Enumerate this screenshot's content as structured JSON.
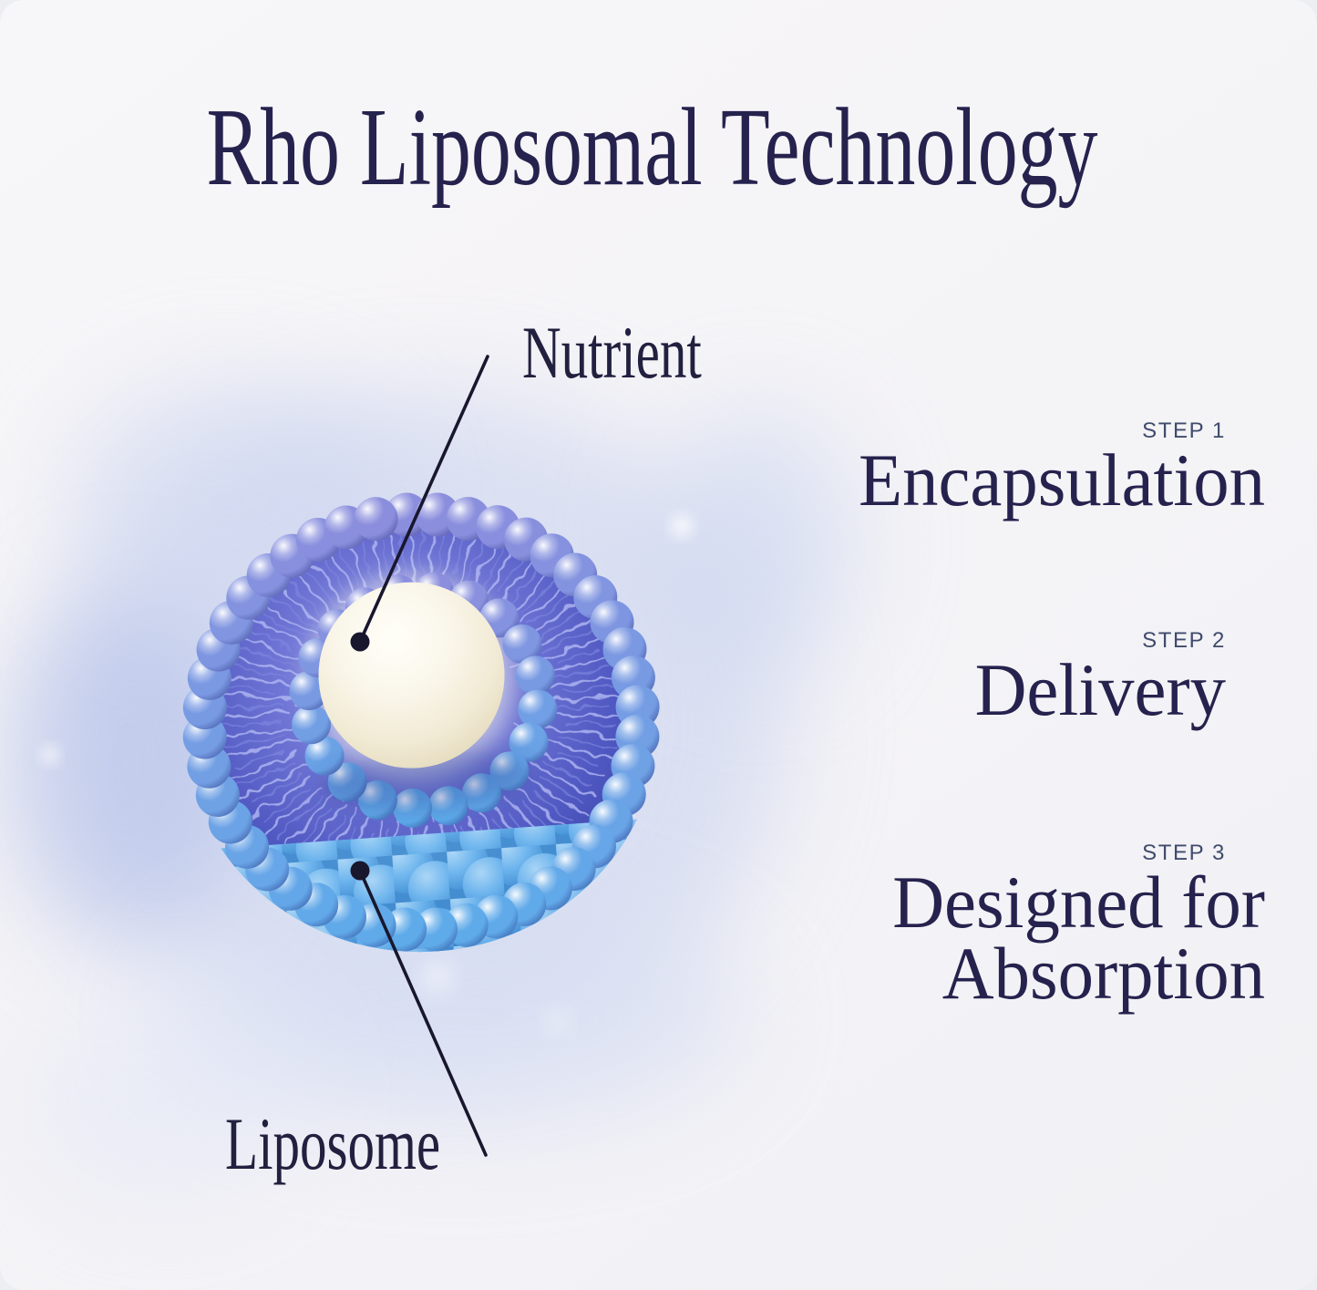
{
  "title": "Rho Liposomal Technology",
  "diagram_labels": {
    "nutrient": "Nutrient",
    "liposome": "Liposome"
  },
  "steps": [
    {
      "label": "STEP 1",
      "heading": "Encapsulation"
    },
    {
      "label": "STEP 2",
      "heading": "Delivery"
    },
    {
      "label": "STEP 3",
      "heading": "Designed for Absorption"
    }
  ],
  "palette": {
    "background": "#f5f4f6",
    "heading_navy": "#26224e",
    "label_navy": "#22203f",
    "step_label_slate": "#3f4b6c",
    "pointer_line": "#18172e",
    "bead_periwinkle": "#8b8edd",
    "bead_sky_blue": "#5fabea",
    "interior_purple": "#4b53bd",
    "tail_light": "#b3bbf4",
    "tail_mid": "#7e88e0",
    "core_cream": "#f8f4e3",
    "halo_lavender": "#c7d0ee"
  }
}
